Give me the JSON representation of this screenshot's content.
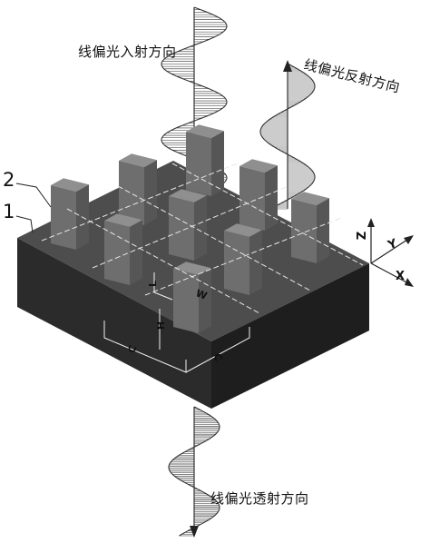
{
  "labels": {
    "incident": "线偏光入射方向",
    "reflected": "线偏光反射方向",
    "transmitted": "线偏光透射方向"
  },
  "parts": {
    "substrate": "1",
    "pillars": "2"
  },
  "axes": {
    "z": "Z",
    "y": "Y",
    "x": "X"
  },
  "dimensions": {
    "length": "L",
    "width": "W",
    "height": "H",
    "period_1": "C",
    "period_2": "C"
  },
  "colors": {
    "substrate_top": "#4d4d4d",
    "substrate_front": "#2b2b2b",
    "substrate_side": "#1e1e1e",
    "pillar_top": "#8f8f8f",
    "pillar_front": "#6e6e6e",
    "pillar_side": "#565656",
    "wave": "#333333"
  }
}
